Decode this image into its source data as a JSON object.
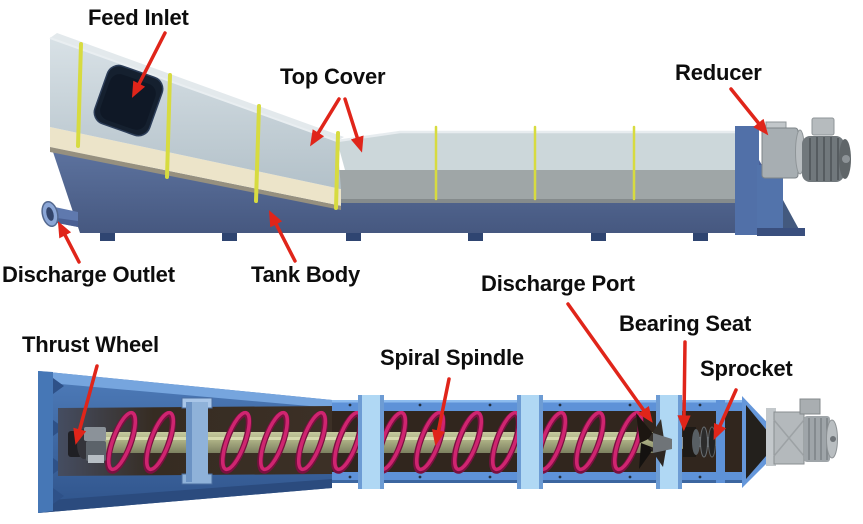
{
  "figure": {
    "kind": "annotated machine structure diagram",
    "views": [
      "external side view",
      "internal cutaway view"
    ]
  },
  "labels": {
    "feed_inlet": "Feed Inlet",
    "top_cover": "Top Cover",
    "reducer": "Reducer",
    "discharge_outlet": "Discharge Outlet",
    "tank_body": "Tank Body",
    "thrust_wheel": "Thrust Wheel",
    "spiral_spindle": "Spiral Spindle",
    "discharge_port": "Discharge Port",
    "bearing_seat": "Bearing Seat",
    "sprocket": "Sprocket"
  },
  "colors": {
    "arrow_red": "#e0251a",
    "label_text": "#0d0d0d",
    "background": "#ffffff",
    "tank_blue": "#51679a",
    "cover_gray_blue": "#c9d4da",
    "cream_band": "#ece4c9",
    "rib_yellow": "#d7db40",
    "shell_blue": "#4478b8",
    "section_band_light_blue": "#abd5f3",
    "spiral_magenta": "#cf2570",
    "spindle_olive": "#a6aa7e",
    "cavity_dark": "#31261e",
    "motor_gray": "#a7aeb2"
  }
}
